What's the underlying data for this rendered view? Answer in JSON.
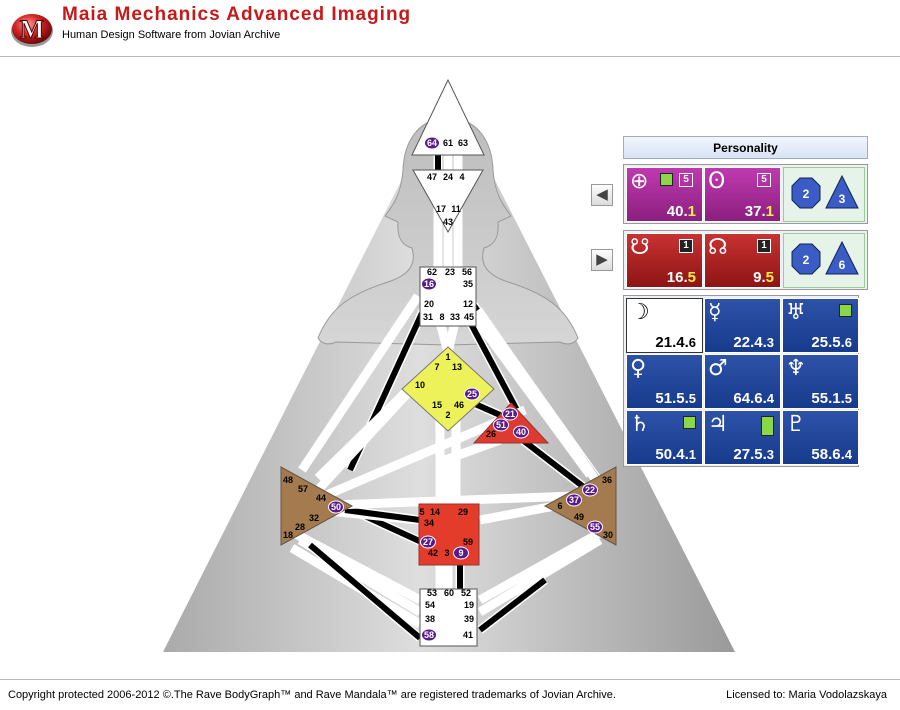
{
  "header": {
    "title": "Maia Mechanics Advanced Imaging",
    "subtitle": "Human Design Software from Jovian Archive",
    "logo_icon": "maia-m-logo"
  },
  "panel": {
    "title": "Personality"
  },
  "nav": {
    "prev_icon": "arrow-left-icon",
    "next_icon": "arrow-right-icon"
  },
  "nodes_row1": [
    {
      "icon": "earth-cross-icon",
      "symbol": "⊕",
      "value": "40.",
      "line": "1",
      "badge": "5",
      "cell": "purple",
      "arrow": "up"
    },
    {
      "icon": "north-node-theta-icon",
      "symbol": "ʘ",
      "value": "37.",
      "line": "1",
      "badge": "5",
      "cell": "purple",
      "arrow": ""
    }
  ],
  "variables1": {
    "left": "2",
    "right": "3"
  },
  "nodes_row2": [
    {
      "icon": "south-node-icon",
      "symbol": "☋",
      "value": "16.",
      "line": "5",
      "badge": "1",
      "cell": "red"
    },
    {
      "icon": "north-node-icon",
      "symbol": "☊",
      "value": "9.",
      "line": "5",
      "badge": "1",
      "cell": "red"
    }
  ],
  "variables2": {
    "left": "2",
    "right": "6"
  },
  "planets": [
    {
      "icon": "moon-icon",
      "symbol": "☽",
      "value": "21.4.",
      "sub": "6",
      "cell": "white",
      "arrow": ""
    },
    {
      "icon": "mercury-icon",
      "symbol": "☿",
      "value": "22.4.",
      "sub": "3",
      "cell": "blue",
      "arrow": ""
    },
    {
      "icon": "uranus-icon",
      "symbol": "♅",
      "value": "25.5.",
      "sub": "6",
      "cell": "blue",
      "arrow": "up"
    },
    {
      "icon": "venus-icon",
      "symbol": "♀",
      "value": "51.5.",
      "sub": "5",
      "cell": "blue",
      "arrow": ""
    },
    {
      "icon": "mars-icon",
      "symbol": "♂",
      "value": "64.6.",
      "sub": "4",
      "cell": "blue",
      "arrow": ""
    },
    {
      "icon": "neptune-icon",
      "symbol": "♆",
      "value": "55.1.",
      "sub": "5",
      "cell": "blue",
      "arrow": ""
    },
    {
      "icon": "saturn-icon",
      "symbol": "♄",
      "value": "50.4.",
      "sub": "1",
      "cell": "blue",
      "arrow": "up"
    },
    {
      "icon": "jupiter-icon",
      "symbol": "♃",
      "value": "27.5.",
      "sub": "3",
      "cell": "blue",
      "arrow": "updown"
    },
    {
      "icon": "pluto-icon",
      "symbol": "♇",
      "value": "58.6.",
      "sub": "4",
      "cell": "blue",
      "arrow": ""
    }
  ],
  "centers": {
    "head": {
      "gates": [
        "64",
        "61",
        "63"
      ],
      "color": "#ffffff",
      "defined": false
    },
    "ajna": {
      "gates": [
        "47",
        "24",
        "4",
        "17",
        "11",
        "43"
      ],
      "color": "#ffffff",
      "defined": false
    },
    "throat": {
      "gates": [
        "62",
        "23",
        "56",
        "16",
        "35",
        "20",
        "12",
        "31",
        "8",
        "33",
        "45"
      ],
      "color": "#ffffff",
      "defined": false
    },
    "g": {
      "gates": [
        "1",
        "7",
        "13",
        "10",
        "25",
        "15",
        "46",
        "2"
      ],
      "color": "#eef25a",
      "defined": true
    },
    "heart": {
      "gates": [
        "21",
        "51",
        "40",
        "26"
      ],
      "color": "#dd3b2f",
      "defined": true
    },
    "spleen": {
      "gates": [
        "48",
        "57",
        "44",
        "50",
        "32",
        "28",
        "18"
      ],
      "color": "#a47b4f",
      "defined": true
    },
    "sacral": {
      "gates": [
        "5",
        "14",
        "29",
        "34",
        "27",
        "59",
        "42",
        "3",
        "9"
      ],
      "color": "#e33c2a",
      "defined": true
    },
    "solar_plexus": {
      "gates": [
        "36",
        "22",
        "37",
        "6",
        "49",
        "55",
        "30"
      ],
      "color": "#a47b4f",
      "defined": true
    },
    "root": {
      "gates": [
        "53",
        "60",
        "52",
        "54",
        "19",
        "38",
        "39",
        "58",
        "41"
      ],
      "color": "#ffffff",
      "defined": false
    }
  },
  "activated_gates": [
    "64",
    "16",
    "25",
    "21",
    "51",
    "40",
    "50",
    "27",
    "9",
    "37",
    "22",
    "55",
    "58"
  ],
  "footer": {
    "copyright": "Copyright protected 2006-2012 ©.The Rave BodyGraph™ and Rave Mandala™ are registered trademarks of Jovian Archive.",
    "license": "Licensed to: Maria Vodolazskaya"
  }
}
